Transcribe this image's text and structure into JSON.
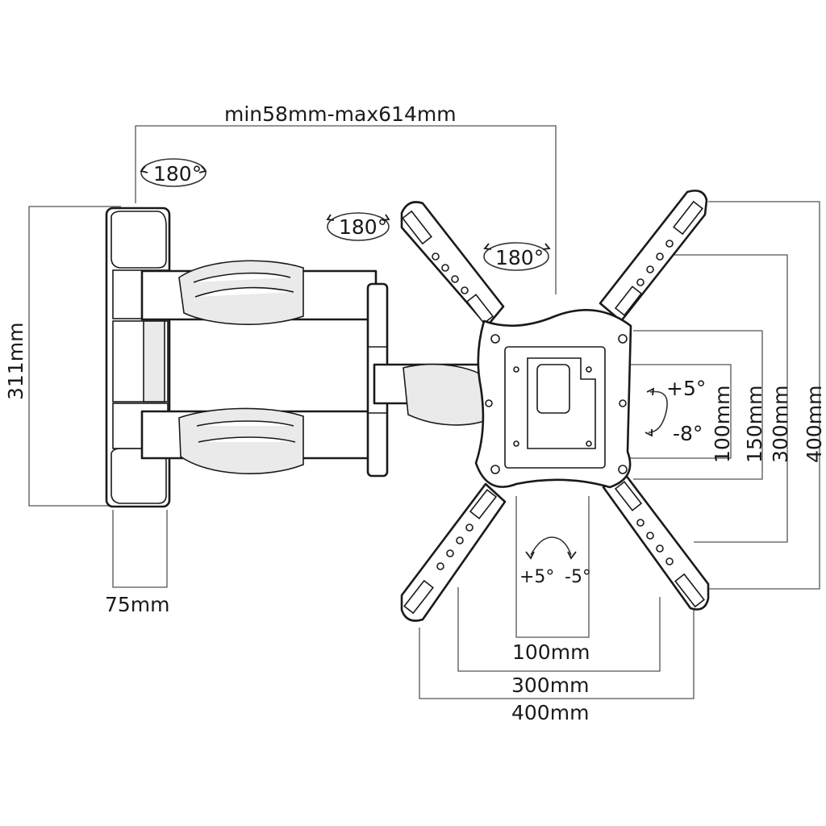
{
  "dimensions": {
    "extension": "min58mm-max614mm",
    "height": "311mm",
    "wall_plate_width": "75mm",
    "vesa_h_100": "100mm",
    "vesa_h_300": "300mm",
    "vesa_h_400": "400mm",
    "vesa_v_100": "100mm",
    "vesa_v_150": "150mm",
    "vesa_v_300": "300mm",
    "vesa_v_400": "400mm"
  },
  "rotations": {
    "wall_swivel": "180°",
    "arm_swivel": "180°",
    "head_swivel": "180°"
  },
  "tilt": {
    "up": "+5°",
    "down": "-8°"
  },
  "level": {
    "plus": "+5°",
    "minus": "-5°"
  },
  "colors": {
    "line": "#1a1a1a",
    "dimension": "#555555",
    "background": "#ffffff"
  }
}
